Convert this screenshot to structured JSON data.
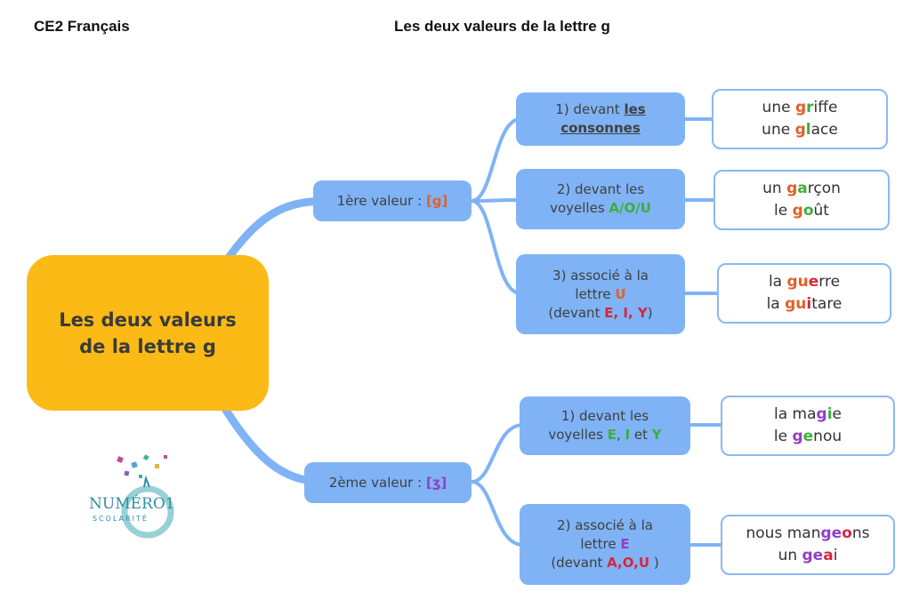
{
  "header": {
    "left": "CE2 Français",
    "right": "Les deux valeurs de la lettre g"
  },
  "central": {
    "line1": "Les deux valeurs",
    "line2": "de la lettre g"
  },
  "colors": {
    "orange": "#E35F2A",
    "green": "#3DAF3C",
    "red": "#D7263D",
    "purple": "#9140C4",
    "node_blue": "#7FB3F5",
    "central_yellow": "#FBBA16"
  },
  "logo": {
    "name": "NUMÉRO1",
    "sub": "SCOLARITÉ",
    "icon": "numero1-logo"
  },
  "branches": [
    {
      "label": "1ère valeur : ",
      "sound": "[g]",
      "sound_color": "orange",
      "cases": [
        {
          "lines": [
            [
              {
                "t": "1) devant "
              },
              {
                "t": "les",
                "s": "u"
              }
            ],
            [
              {
                "t": "consonnes",
                "s": "u"
              }
            ]
          ],
          "example": [
            [
              {
                "t": "une "
              },
              {
                "t": "g",
                "c": "orange"
              },
              {
                "t": "r",
                "c": "green"
              },
              {
                "t": "iffe"
              }
            ],
            [
              {
                "t": "une "
              },
              {
                "t": "g",
                "c": "orange"
              },
              {
                "t": "l",
                "c": "green"
              },
              {
                "t": "ace"
              }
            ]
          ]
        },
        {
          "lines": [
            [
              {
                "t": "2) devant les"
              }
            ],
            [
              {
                "t": "voyelles "
              },
              {
                "t": "A/O/U",
                "c": "green"
              }
            ]
          ],
          "example": [
            [
              {
                "t": "un "
              },
              {
                "t": "g",
                "c": "orange"
              },
              {
                "t": "a",
                "c": "green"
              },
              {
                "t": "rçon"
              }
            ],
            [
              {
                "t": "le "
              },
              {
                "t": "g",
                "c": "orange"
              },
              {
                "t": "o",
                "c": "green"
              },
              {
                "t": "ût"
              }
            ]
          ]
        },
        {
          "lines": [
            [
              {
                "t": "3) associé à la"
              }
            ],
            [
              {
                "t": "lettre "
              },
              {
                "t": "U",
                "c": "orange"
              }
            ],
            [
              {
                "t": "(devant "
              },
              {
                "t": "E, I, Y",
                "c": "red"
              },
              {
                "t": ")"
              }
            ]
          ],
          "example": [
            [
              {
                "t": "la "
              },
              {
                "t": "gu",
                "c": "orange"
              },
              {
                "t": "e",
                "c": "red"
              },
              {
                "t": "rre"
              }
            ],
            [
              {
                "t": "la "
              },
              {
                "t": "gu",
                "c": "orange"
              },
              {
                "t": "i",
                "c": "red"
              },
              {
                "t": "tare"
              }
            ]
          ]
        }
      ]
    },
    {
      "label": "2ème valeur : ",
      "sound": "[ʒ]",
      "sound_color": "purple",
      "cases": [
        {
          "lines": [
            [
              {
                "t": "1) devant les"
              }
            ],
            [
              {
                "t": "voyelles "
              },
              {
                "t": "E",
                "c": "green"
              },
              {
                "t": ", "
              },
              {
                "t": "I",
                "c": "green"
              },
              {
                "t": " et "
              },
              {
                "t": "Y",
                "c": "green"
              }
            ]
          ],
          "example": [
            [
              {
                "t": "la ma"
              },
              {
                "t": "g",
                "c": "purple"
              },
              {
                "t": "i",
                "c": "green"
              },
              {
                "t": "e"
              }
            ],
            [
              {
                "t": "le "
              },
              {
                "t": "g",
                "c": "purple"
              },
              {
                "t": "e",
                "c": "green"
              },
              {
                "t": "nou"
              }
            ]
          ]
        },
        {
          "lines": [
            [
              {
                "t": "2) associé à la"
              }
            ],
            [
              {
                "t": "lettre "
              },
              {
                "t": "E",
                "c": "purple"
              }
            ],
            [
              {
                "t": "(devant "
              },
              {
                "t": "A,O,U",
                "c": "red"
              },
              {
                "t": " )"
              }
            ]
          ],
          "example": [
            [
              {
                "t": "nous man"
              },
              {
                "t": "ge",
                "c": "purple"
              },
              {
                "t": "o",
                "c": "red"
              },
              {
                "t": "ns"
              }
            ],
            [
              {
                "t": "un "
              },
              {
                "t": "ge",
                "c": "purple"
              },
              {
                "t": "a",
                "c": "red"
              },
              {
                "t": "i"
              }
            ]
          ]
        }
      ]
    }
  ]
}
